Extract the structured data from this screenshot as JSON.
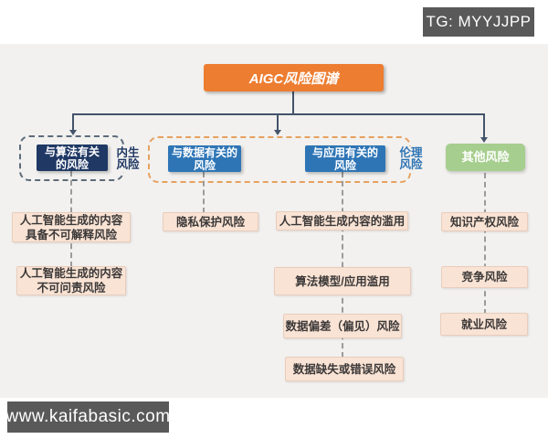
{
  "overlays": {
    "tg_badge": "TG: MYYJJPP",
    "site_badge": "www.kaifabasic.com"
  },
  "diagram": {
    "root": "AIGC风险图谱",
    "group_labels": {
      "endogenous": "内生\n风险",
      "ethics": "伦理\n风险"
    },
    "branches": {
      "algorithm": "与算法有关\n的风险",
      "data": "与数据有关的\n风险",
      "application": "与应用有关的\n风险",
      "other": "其他风险"
    },
    "leaves": {
      "algo_1": "人工智能生成的内容\n具备不可解释风险",
      "algo_2": "人工智能生成的内容\n不可问责风险",
      "data_1": "隐私保护风险",
      "app_1": "人工智能生成内容的滥用",
      "app_2": "算法模型/应用滥用",
      "app_3": "数据偏差（偏见）风险",
      "app_4": "数据缺失或错误风险",
      "other_1": "知识产权风险",
      "other_2": "竞争风险",
      "other_3": "就业风险"
    },
    "colors": {
      "root_bg": "#ED7D31",
      "branch_navy": "#1F3864",
      "branch_blue": "#2E75B6",
      "branch_green": "#A6CE8E",
      "leaf_bg": "#F9E3D4",
      "connector": "#44546A",
      "group_border_gray": "#5D6B7A",
      "group_border_orange": "#E6A15F",
      "badge_bg": "#595959",
      "panel_bg": "#F2F1EF"
    }
  }
}
